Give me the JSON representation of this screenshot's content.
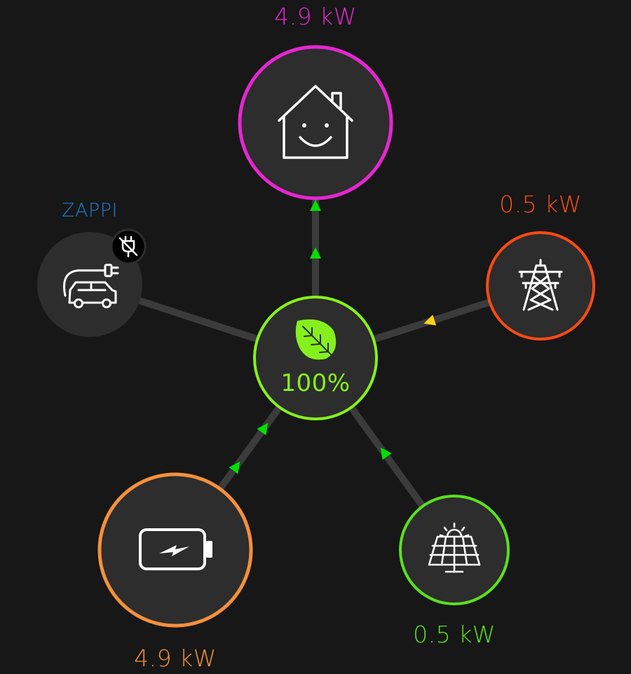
{
  "house": {
    "power": "4.9 kW",
    "color": "#e626d2",
    "icon": "smiling-house-icon"
  },
  "zappi": {
    "label": "ZAPPI",
    "color": "#1f7ad6",
    "icon": "ev-car-charger-icon",
    "badge_icon": "unplugged-icon"
  },
  "grid": {
    "power": "0.5 kW",
    "color": "#ff4a14",
    "icon": "power-pylon-icon"
  },
  "battery": {
    "power": "4.9 kW",
    "color": "#f5903b",
    "icon": "battery-charging-icon"
  },
  "solar": {
    "power": "0.5 kW",
    "color": "#5be01f",
    "icon": "solar-panel-icon"
  },
  "center": {
    "green_share": "100%",
    "color": "#86f01d",
    "icon": "leaf-icon"
  },
  "flow_arrow_color": "#00e000",
  "grid_arrow_color": "#ffd21a"
}
